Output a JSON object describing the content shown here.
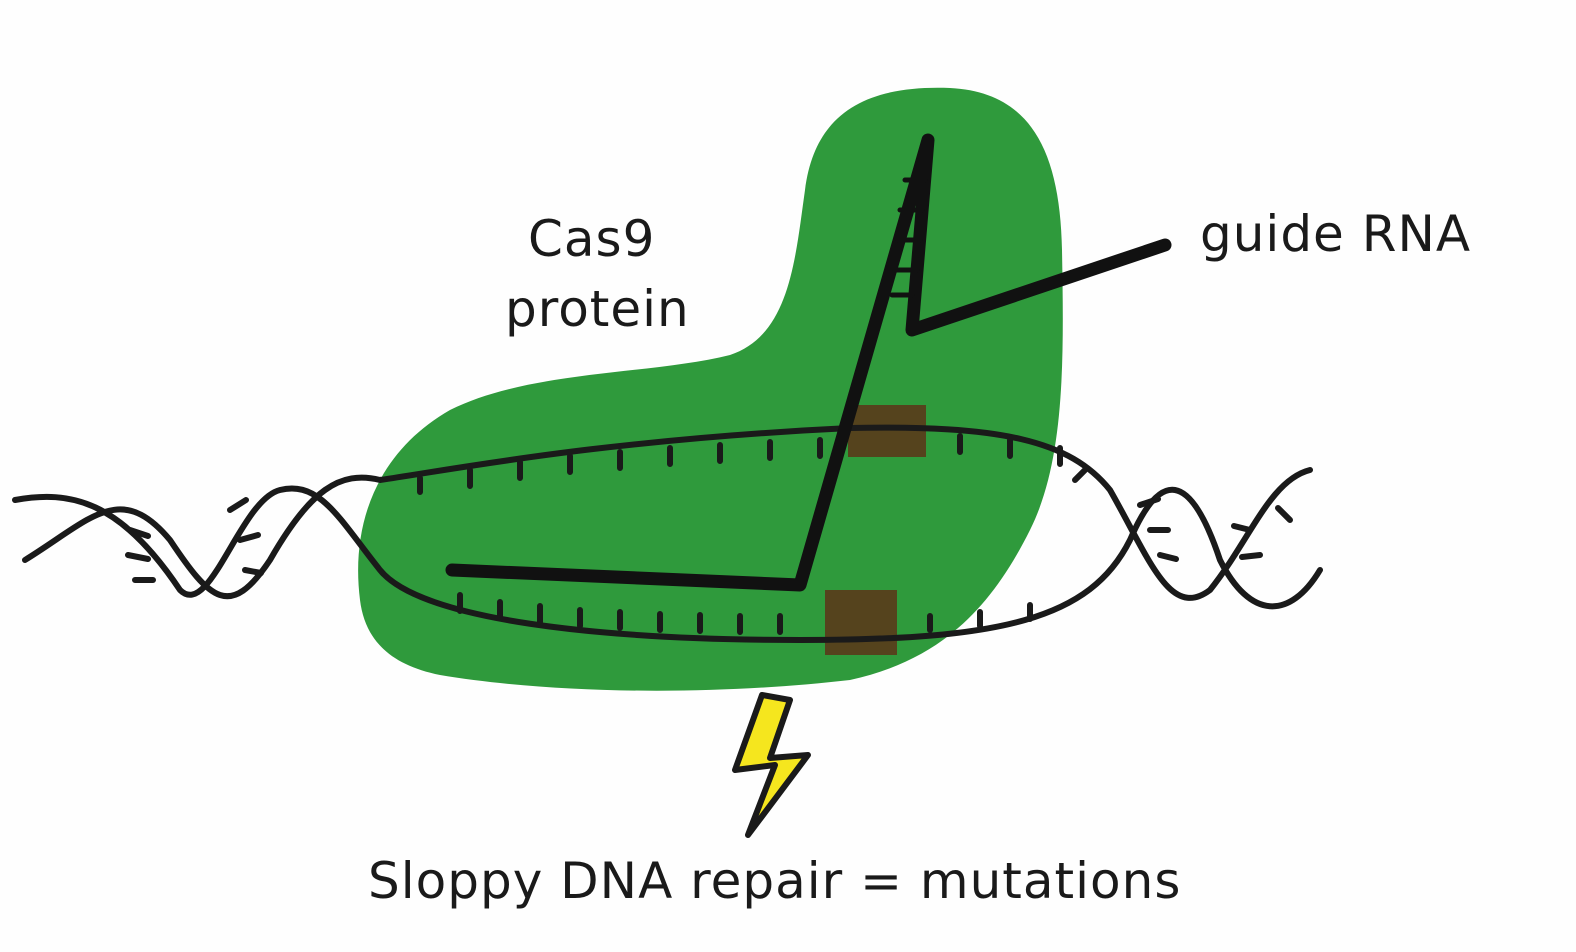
{
  "labels": {
    "cas9_line1": "Cas9",
    "cas9_line2": "protein",
    "guide_rna": "guide RNA",
    "caption": "Sloppy DNA repair = mutations"
  },
  "colors": {
    "protein": "#2f9a3c",
    "ink": "#1a1a1a",
    "cut_site": "#5a3a1a",
    "lightning": "#f5e61e"
  },
  "icons": [
    "lightning-bolt-icon"
  ]
}
